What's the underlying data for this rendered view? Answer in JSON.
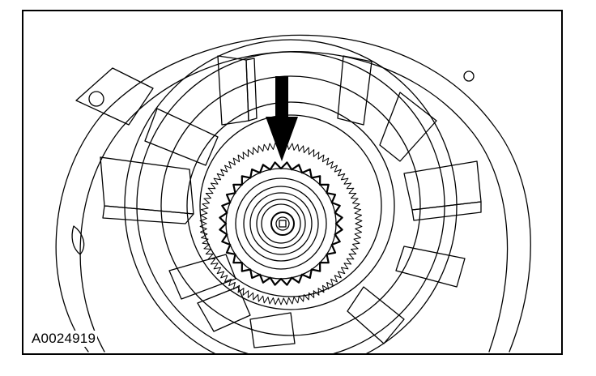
{
  "figure": {
    "id_label": "A0024919",
    "subject": "transmission-case-assembly",
    "callout": "arrow-pointing-to-ring-gear"
  },
  "colors": {
    "line": "#000000",
    "background": "#ffffff"
  }
}
